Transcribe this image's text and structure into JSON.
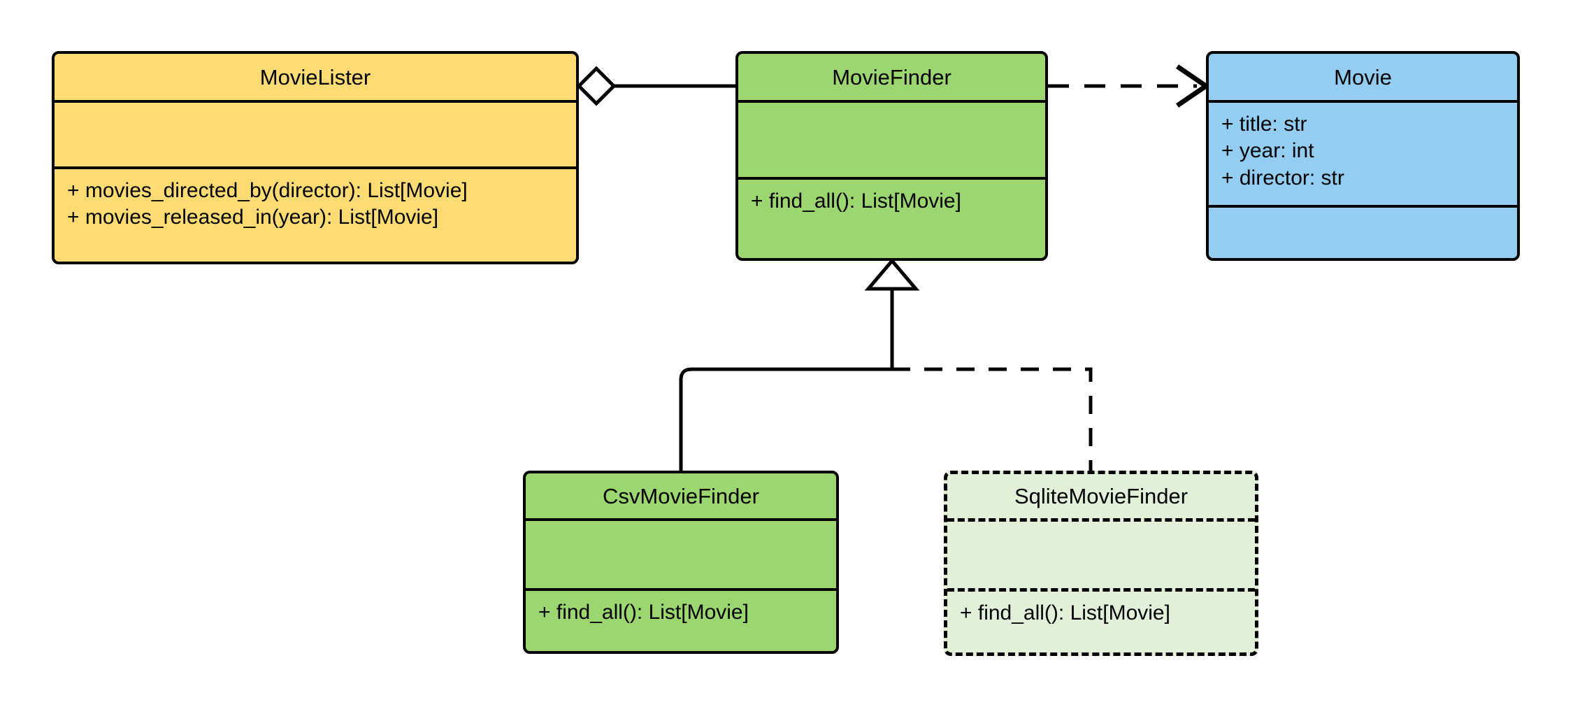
{
  "diagram": {
    "title": "MovieLister dependency injection UML class diagram",
    "type": "uml-class-diagram",
    "background_color": "#FFFFFF",
    "line_color": "#000000"
  },
  "classes": [
    {
      "id": "movielister",
      "name": "MovieLister",
      "fill_color": "#FFDC73",
      "border_style": "solid",
      "attributes": [],
      "methods": [
        "+ movies_directed_by(director): List[Movie]",
        "+ movies_released_in(year): List[Movie]"
      ]
    },
    {
      "id": "moviefinder",
      "name": "MovieFinder",
      "fill_color": "#9BD671",
      "border_style": "solid",
      "attributes": [],
      "methods": [
        "+ find_all(): List[Movie]"
      ]
    },
    {
      "id": "movie",
      "name": "Movie",
      "fill_color": "#93CDF2",
      "border_style": "solid",
      "attributes": [
        "+ title: str",
        "+ year: int",
        "+ director: str"
      ],
      "methods": []
    },
    {
      "id": "csvmoviefinder",
      "name": "CsvMovieFinder",
      "fill_color": "#9BD671",
      "border_style": "solid",
      "attributes": [],
      "methods": [
        "+ find_all(): List[Movie]"
      ]
    },
    {
      "id": "sqlitemoviefinder",
      "name": "SqliteMovieFinder",
      "fill_color": "#E2F0D9",
      "border_style": "dashed",
      "attributes": [],
      "methods": [
        "+ find_all(): List[Movie]"
      ]
    }
  ],
  "relationships": [
    {
      "id": "aggregation-movielister-moviefinder",
      "type": "aggregation",
      "from": "MovieLister",
      "to": "MovieFinder",
      "line_style": "solid",
      "end_marker": "hollow-diamond"
    },
    {
      "id": "dependency-moviefinder-movie",
      "type": "dependency",
      "from": "MovieFinder",
      "to": "Movie",
      "line_style": "dashed",
      "end_marker": "open-arrow"
    },
    {
      "id": "generalization-csvmoviefinder-moviefinder",
      "type": "generalization",
      "from": "CsvMovieFinder",
      "to": "MovieFinder",
      "line_style": "solid",
      "end_marker": "hollow-triangle"
    },
    {
      "id": "generalization-sqlitemoviefinder-moviefinder",
      "type": "generalization",
      "from": "SqliteMovieFinder",
      "to": "MovieFinder",
      "line_style": "dashed",
      "end_marker": "hollow-triangle"
    }
  ]
}
